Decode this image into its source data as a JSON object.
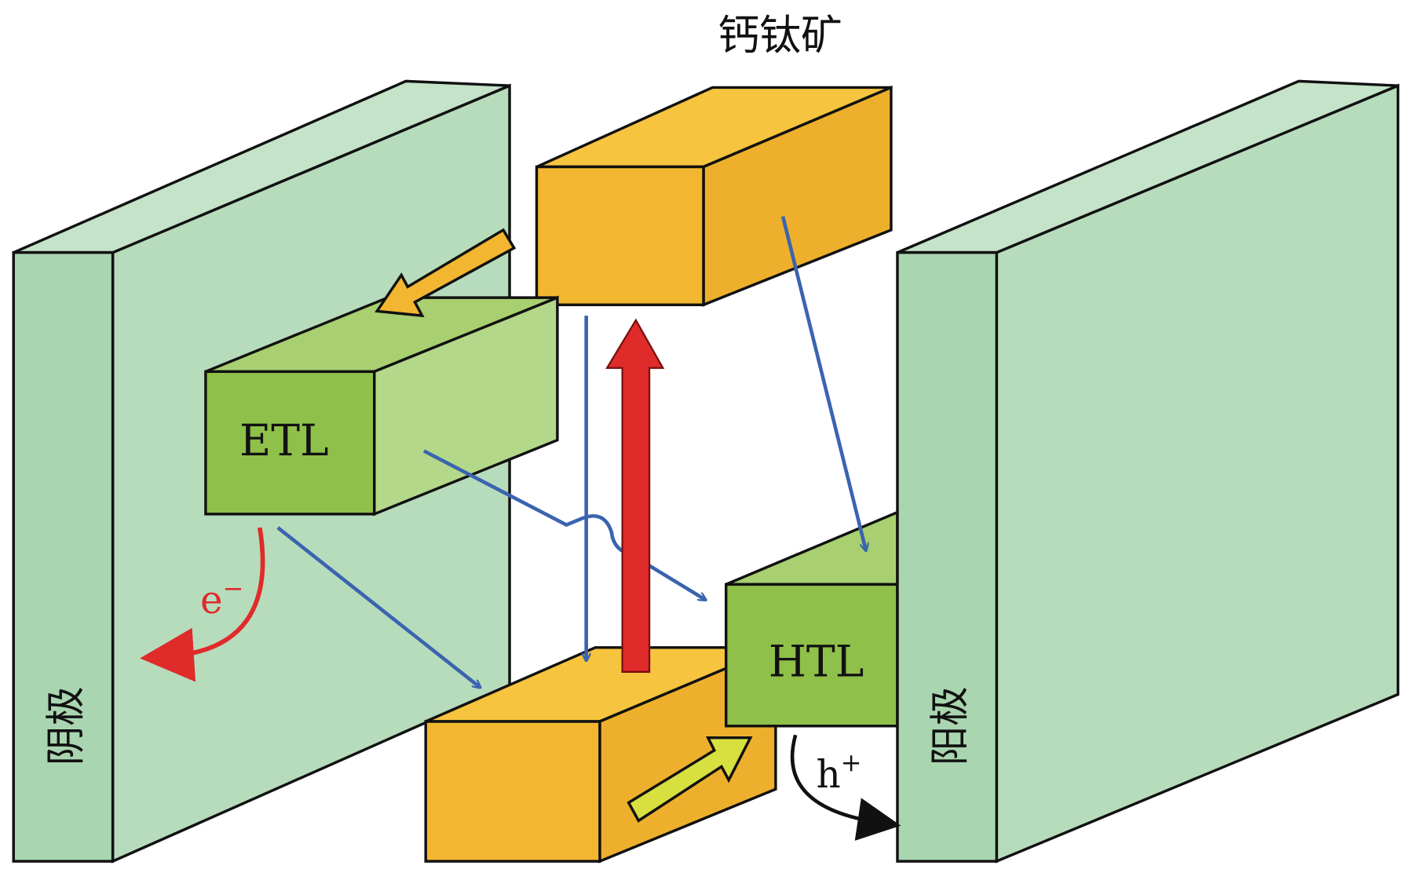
{
  "title": "钙钛矿",
  "etl_label": "ETL",
  "htl_label": "HTL",
  "electron_label": "e",
  "electron_sup": "−",
  "hole_label": "h",
  "hole_sup": "+",
  "cathode_label": "阴极",
  "anode_label": "阳极",
  "colors": {
    "plate": "#b7dcbc",
    "plate_front": "#a9d5b0",
    "perovskite": "#f2b630",
    "transport_layer": "#8fc04a",
    "charge_arrow": "#3a64b0",
    "excitation_arrow": "#e02b2b",
    "electron": "#e02b2b"
  }
}
